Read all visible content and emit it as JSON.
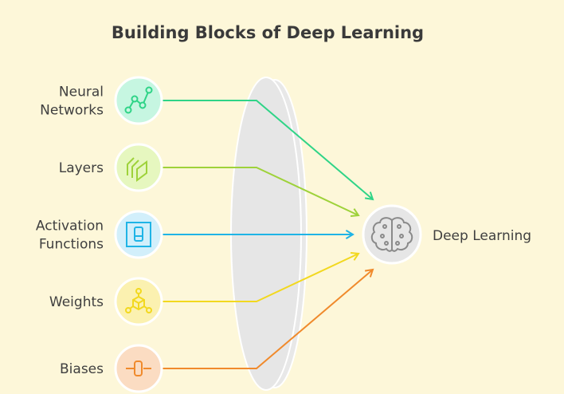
{
  "title": "Building Blocks of Deep Learning",
  "target": {
    "label": "Deep Learning",
    "icon": "brain-circuit-icon"
  },
  "inputs": [
    {
      "lines": [
        "Neural",
        "Networks"
      ],
      "icon": "graph-nodes-icon",
      "color": "#2fd487",
      "fill": "#c6f6e1"
    },
    {
      "lines": [
        "Layers"
      ],
      "icon": "layers-icon",
      "color": "#9ed23a",
      "fill": "#e6f7bf"
    },
    {
      "lines": [
        "Activation",
        "Functions"
      ],
      "icon": "switch-icon",
      "color": "#1fb4e6",
      "fill": "#d2effb"
    },
    {
      "lines": [
        "Weights"
      ],
      "icon": "cube-network-icon",
      "color": "#f2d81f",
      "fill": "#fbf1b0"
    },
    {
      "lines": [
        "Biases"
      ],
      "icon": "slider-icon",
      "color": "#f08a2c",
      "fill": "#fbdcc2"
    }
  ]
}
